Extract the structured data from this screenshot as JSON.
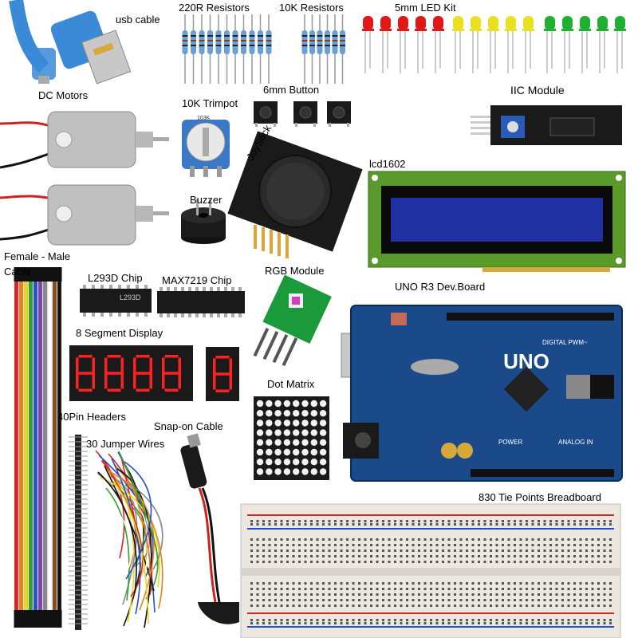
{
  "labels": {
    "usb_cable": "usb cable",
    "resistors_220r": "220R Resistors",
    "resistors_10k": "10K Resistors",
    "led_kit": "5mm LED Kit",
    "dc_motors": "DC Motors",
    "trimpot": "10K Trimpot",
    "button": "6mm Button",
    "iic_module": "IIC Module",
    "joystick": "JoyStick",
    "lcd": "lcd1602",
    "buzzer": "Buzzer",
    "female_male": "Female - Male",
    "cable": "Cable",
    "l293d": "L293D Chip",
    "max7219": "MAX7219 Chip",
    "rgb_module": "RGB Module",
    "uno_board": "UNO R3  Dev.Board",
    "segment_display": "8 Segment Display",
    "dot_matrix": "Dot Matrix",
    "pin_headers": "40Pin Headers",
    "snap_cable": "Snap-on Cable",
    "jumper_wires": "30 Jumper Wires",
    "breadboard": "830 Tie Points Breadboard"
  },
  "printed": {
    "chip_l293d": "L293D",
    "uno_logo": "UNO",
    "digital_pwm": "DIGITAL PWM~",
    "power": "POWER",
    "analog_in": "ANALOG IN",
    "trimpot_code": "103K"
  },
  "colors": {
    "led_red": "#e01818",
    "led_yellow": "#e8e020",
    "led_green": "#20b030",
    "pcb_blue": "#1a4a8a",
    "lcd_green": "#5a9a2a",
    "lcd_screen": "#2030a0",
    "usb_blue": "#3a8ad8",
    "segment_red": "#ff2020",
    "trimpot_blue": "#3a78c8",
    "resistor_body": "#6aa0d8"
  },
  "counts": {
    "resistors_220r": 11,
    "resistors_10k": 6,
    "leds_per_color": 5,
    "buttons": 3,
    "seven_segment_digits": 4
  }
}
